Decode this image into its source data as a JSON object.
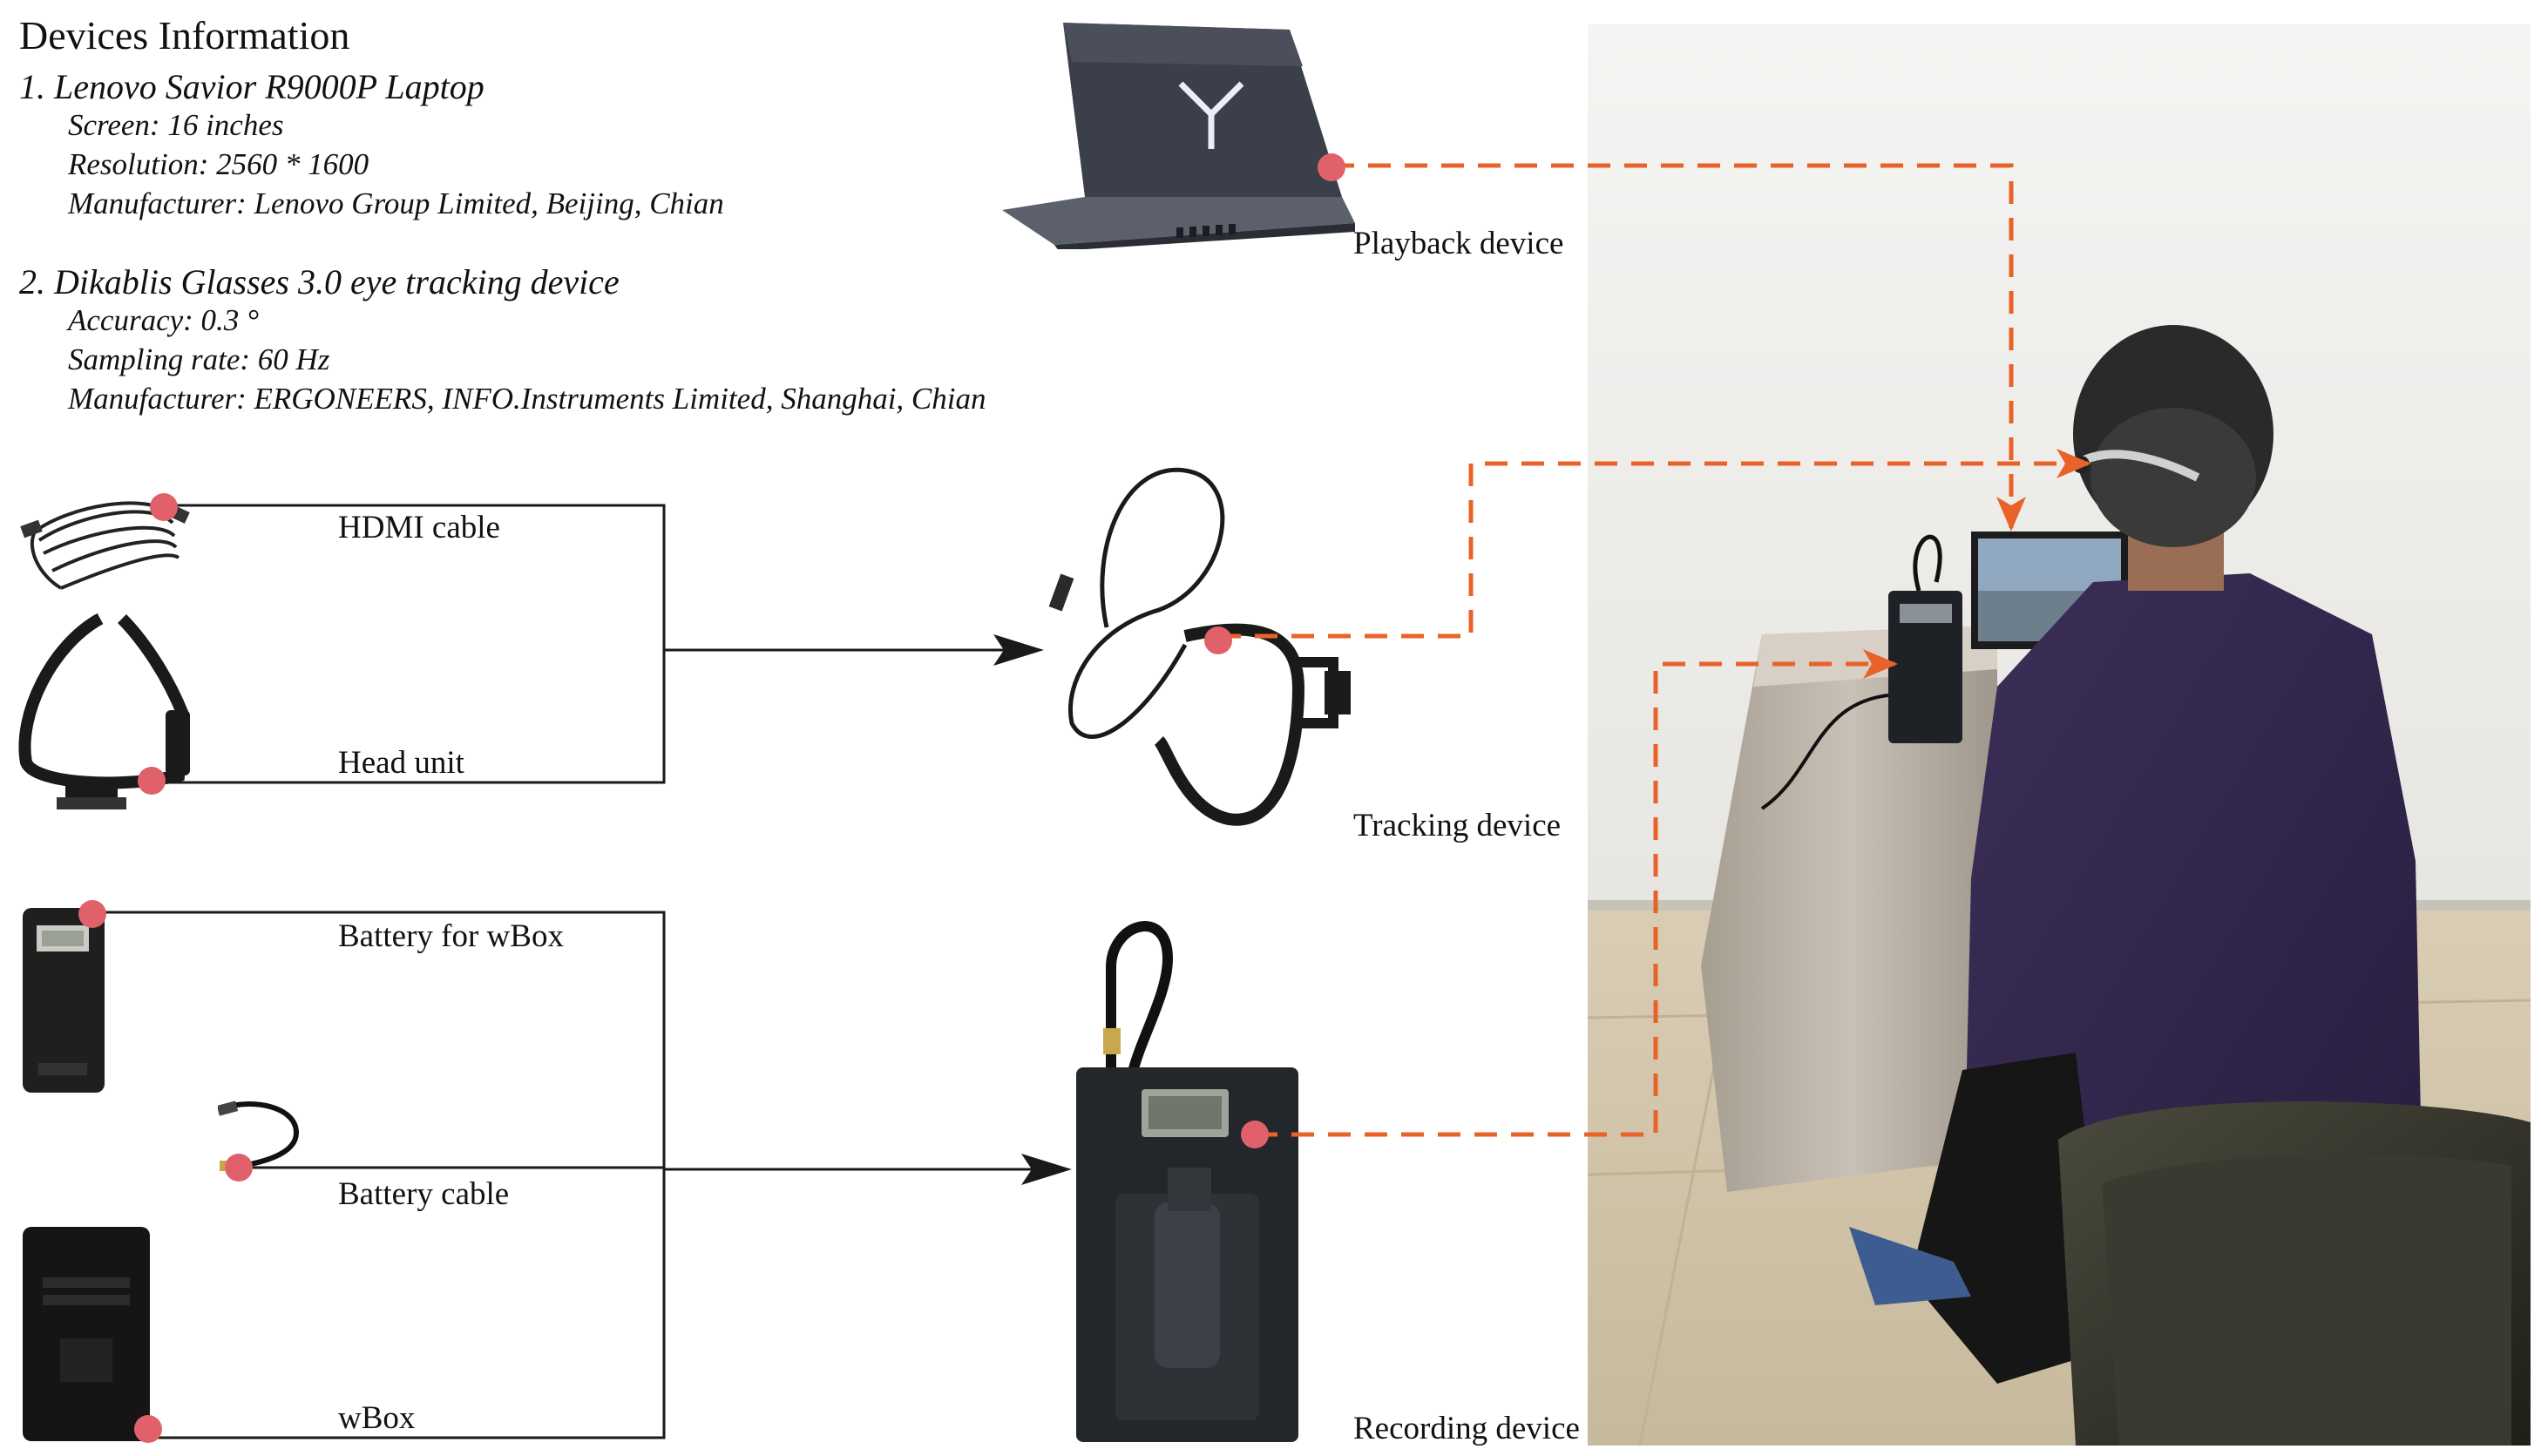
{
  "heading": "Devices Information",
  "devices": [
    {
      "title": "1.  Lenovo Savior R9000P Laptop",
      "lines": [
        "Screen:  16 inches",
        "Resolution:  2560 * 1600",
        "Manufacturer:  Lenovo Group Limited, Beijing, Chian"
      ]
    },
    {
      "title": "2.  Dikablis Glasses 3.0 eye tracking device",
      "lines": [
        "Accuracy: 0.3 °",
        "Sampling rate: 60 Hz",
        "Manufacturer:  ERGONEERS, INFO.Instruments Limited, Shanghai, Chian"
      ]
    }
  ],
  "components": {
    "hdmi": "HDMI cable",
    "head_unit": "Head unit",
    "battery_wbox": "Battery for wBox",
    "battery_cable": "Battery cable",
    "wbox": "wBox"
  },
  "devices_labels": {
    "playback": "Playback device",
    "tracking": "Tracking device",
    "recording": "Recording device"
  },
  "colors": {
    "arrow_orange": "#e8622a",
    "marker_red": "#e0616a",
    "line_black": "#1a1a1a"
  },
  "icons": {
    "laptop": "laptop-icon",
    "hdmi": "hdmi-cable-icon",
    "head_unit": "head-unit-icon",
    "battery": "battery-icon",
    "battery_cable": "battery-cable-icon",
    "wbox": "wbox-icon",
    "tracker": "eye-tracker-icon",
    "recorder": "recording-device-icon"
  }
}
